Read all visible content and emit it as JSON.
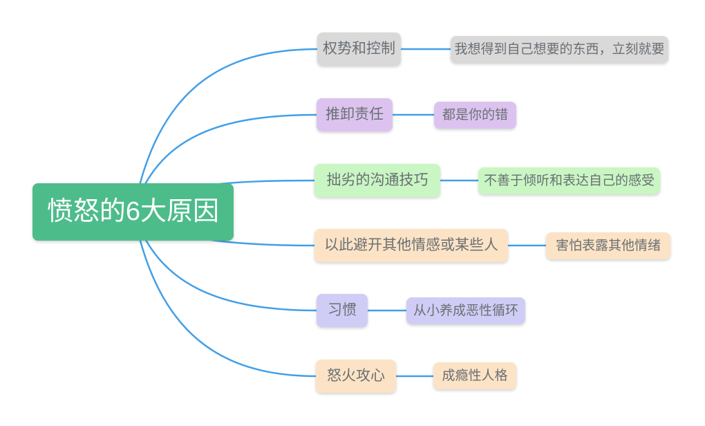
{
  "palette": {
    "background": "#ffffff",
    "connector": "#429fe8",
    "node_text": "#6a6f74"
  },
  "diagram": {
    "root": {
      "label": "愤怒的6大原因",
      "color": "#4dbc8b",
      "text_color": "#ffffff"
    },
    "branches": [
      {
        "label": "权势和控制",
        "color": "#d9d9d9",
        "child": {
          "label": "我想得到自己想要的东西，立刻就要",
          "color": "#d9d9d9"
        }
      },
      {
        "label": "推卸责任",
        "color": "#dcc3ef",
        "child": {
          "label": "都是你的错",
          "color": "#dcc3ef"
        }
      },
      {
        "label": "拙劣的沟通技巧",
        "color": "#c9f6c3",
        "child": {
          "label": "不善于倾听和表达自己的感受",
          "color": "#c9f6c3"
        }
      },
      {
        "label": "以此避开其他情感或某些人",
        "color": "#fce3c5",
        "child": {
          "label": "害怕表露其他情绪",
          "color": "#fce3c5"
        }
      },
      {
        "label": "习惯",
        "color": "#cfcdf5",
        "child": {
          "label": "从小养成恶性循环",
          "color": "#cfcdf5"
        }
      },
      {
        "label": "怒火攻心",
        "color": "#fce3c5",
        "child": {
          "label": "成瘾性人格",
          "color": "#fce3c5"
        }
      }
    ]
  }
}
